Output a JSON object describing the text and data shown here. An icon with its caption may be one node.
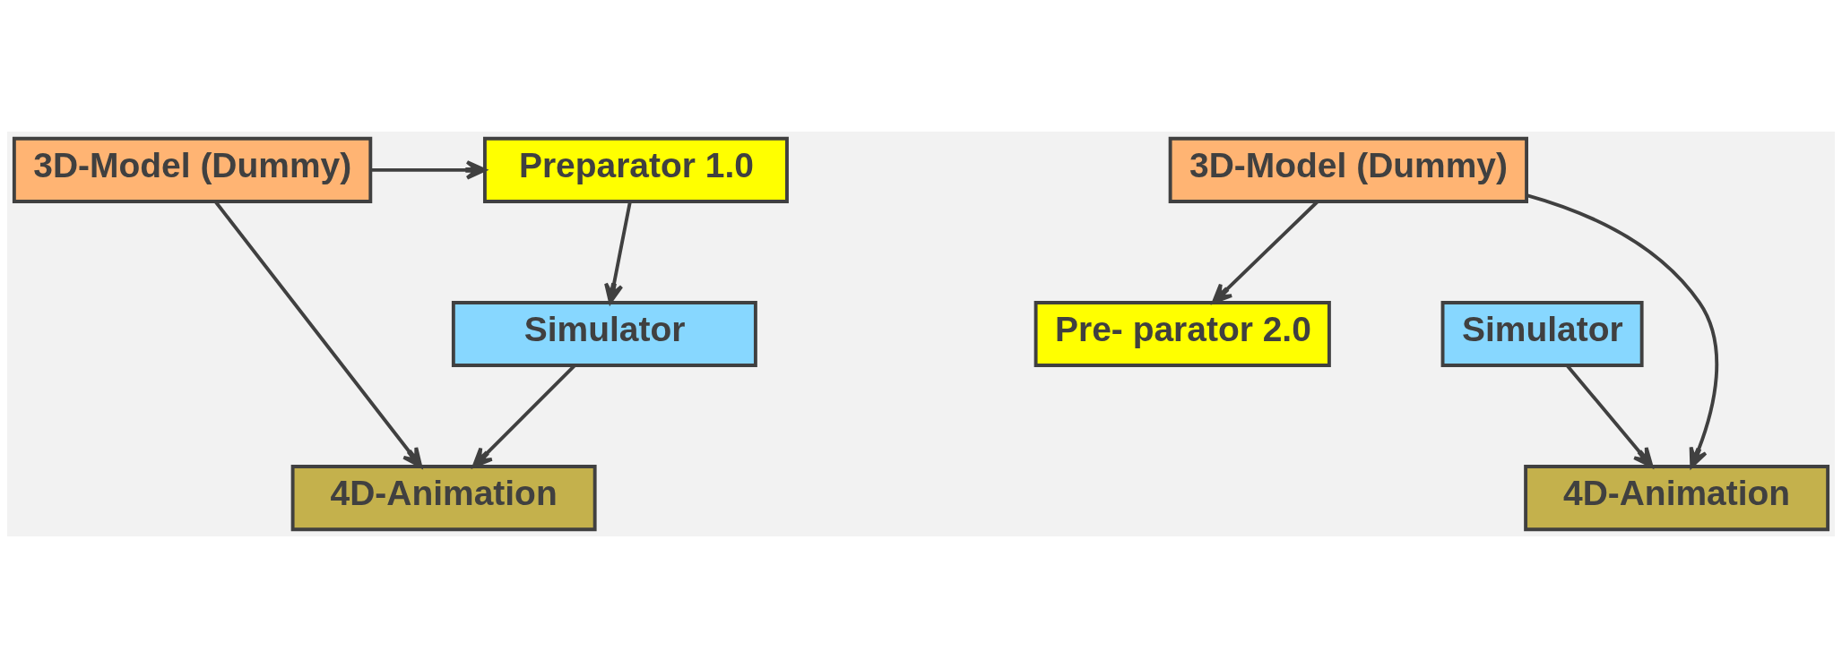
{
  "diagram": {
    "nodes": [
      {
        "text": [
          "3D-Model (Dummy)"
        ]
      },
      {
        "text": [
          "Preparator 1.0"
        ]
      },
      {
        "text": [
          "Simulator"
        ]
      },
      {
        "text": [
          "4D-Animation"
        ]
      },
      {
        "text": [
          "3D-Model (Dummy)"
        ]
      },
      {
        "text": [
          "Pre- parator 2.0"
        ]
      },
      {
        "text": [
          "Simulator"
        ]
      },
      {
        "text": [
          "4D-Animation"
        ]
      }
    ],
    "edges": [
      {
        "from": 0,
        "to": 1,
        "arrow": "to"
      },
      {
        "from": 1,
        "to": 2,
        "arrow": "to"
      },
      {
        "from": 2,
        "to": 3,
        "arrow": "to"
      },
      {
        "from": 0,
        "to": 3,
        "arrow": "to"
      },
      {
        "from": 4,
        "to": 5,
        "arrow": "to"
      },
      {
        "from": 6,
        "to": 7,
        "arrow": "to"
      },
      {
        "from": 4,
        "to": 7,
        "arrow": "to"
      }
    ]
  }
}
